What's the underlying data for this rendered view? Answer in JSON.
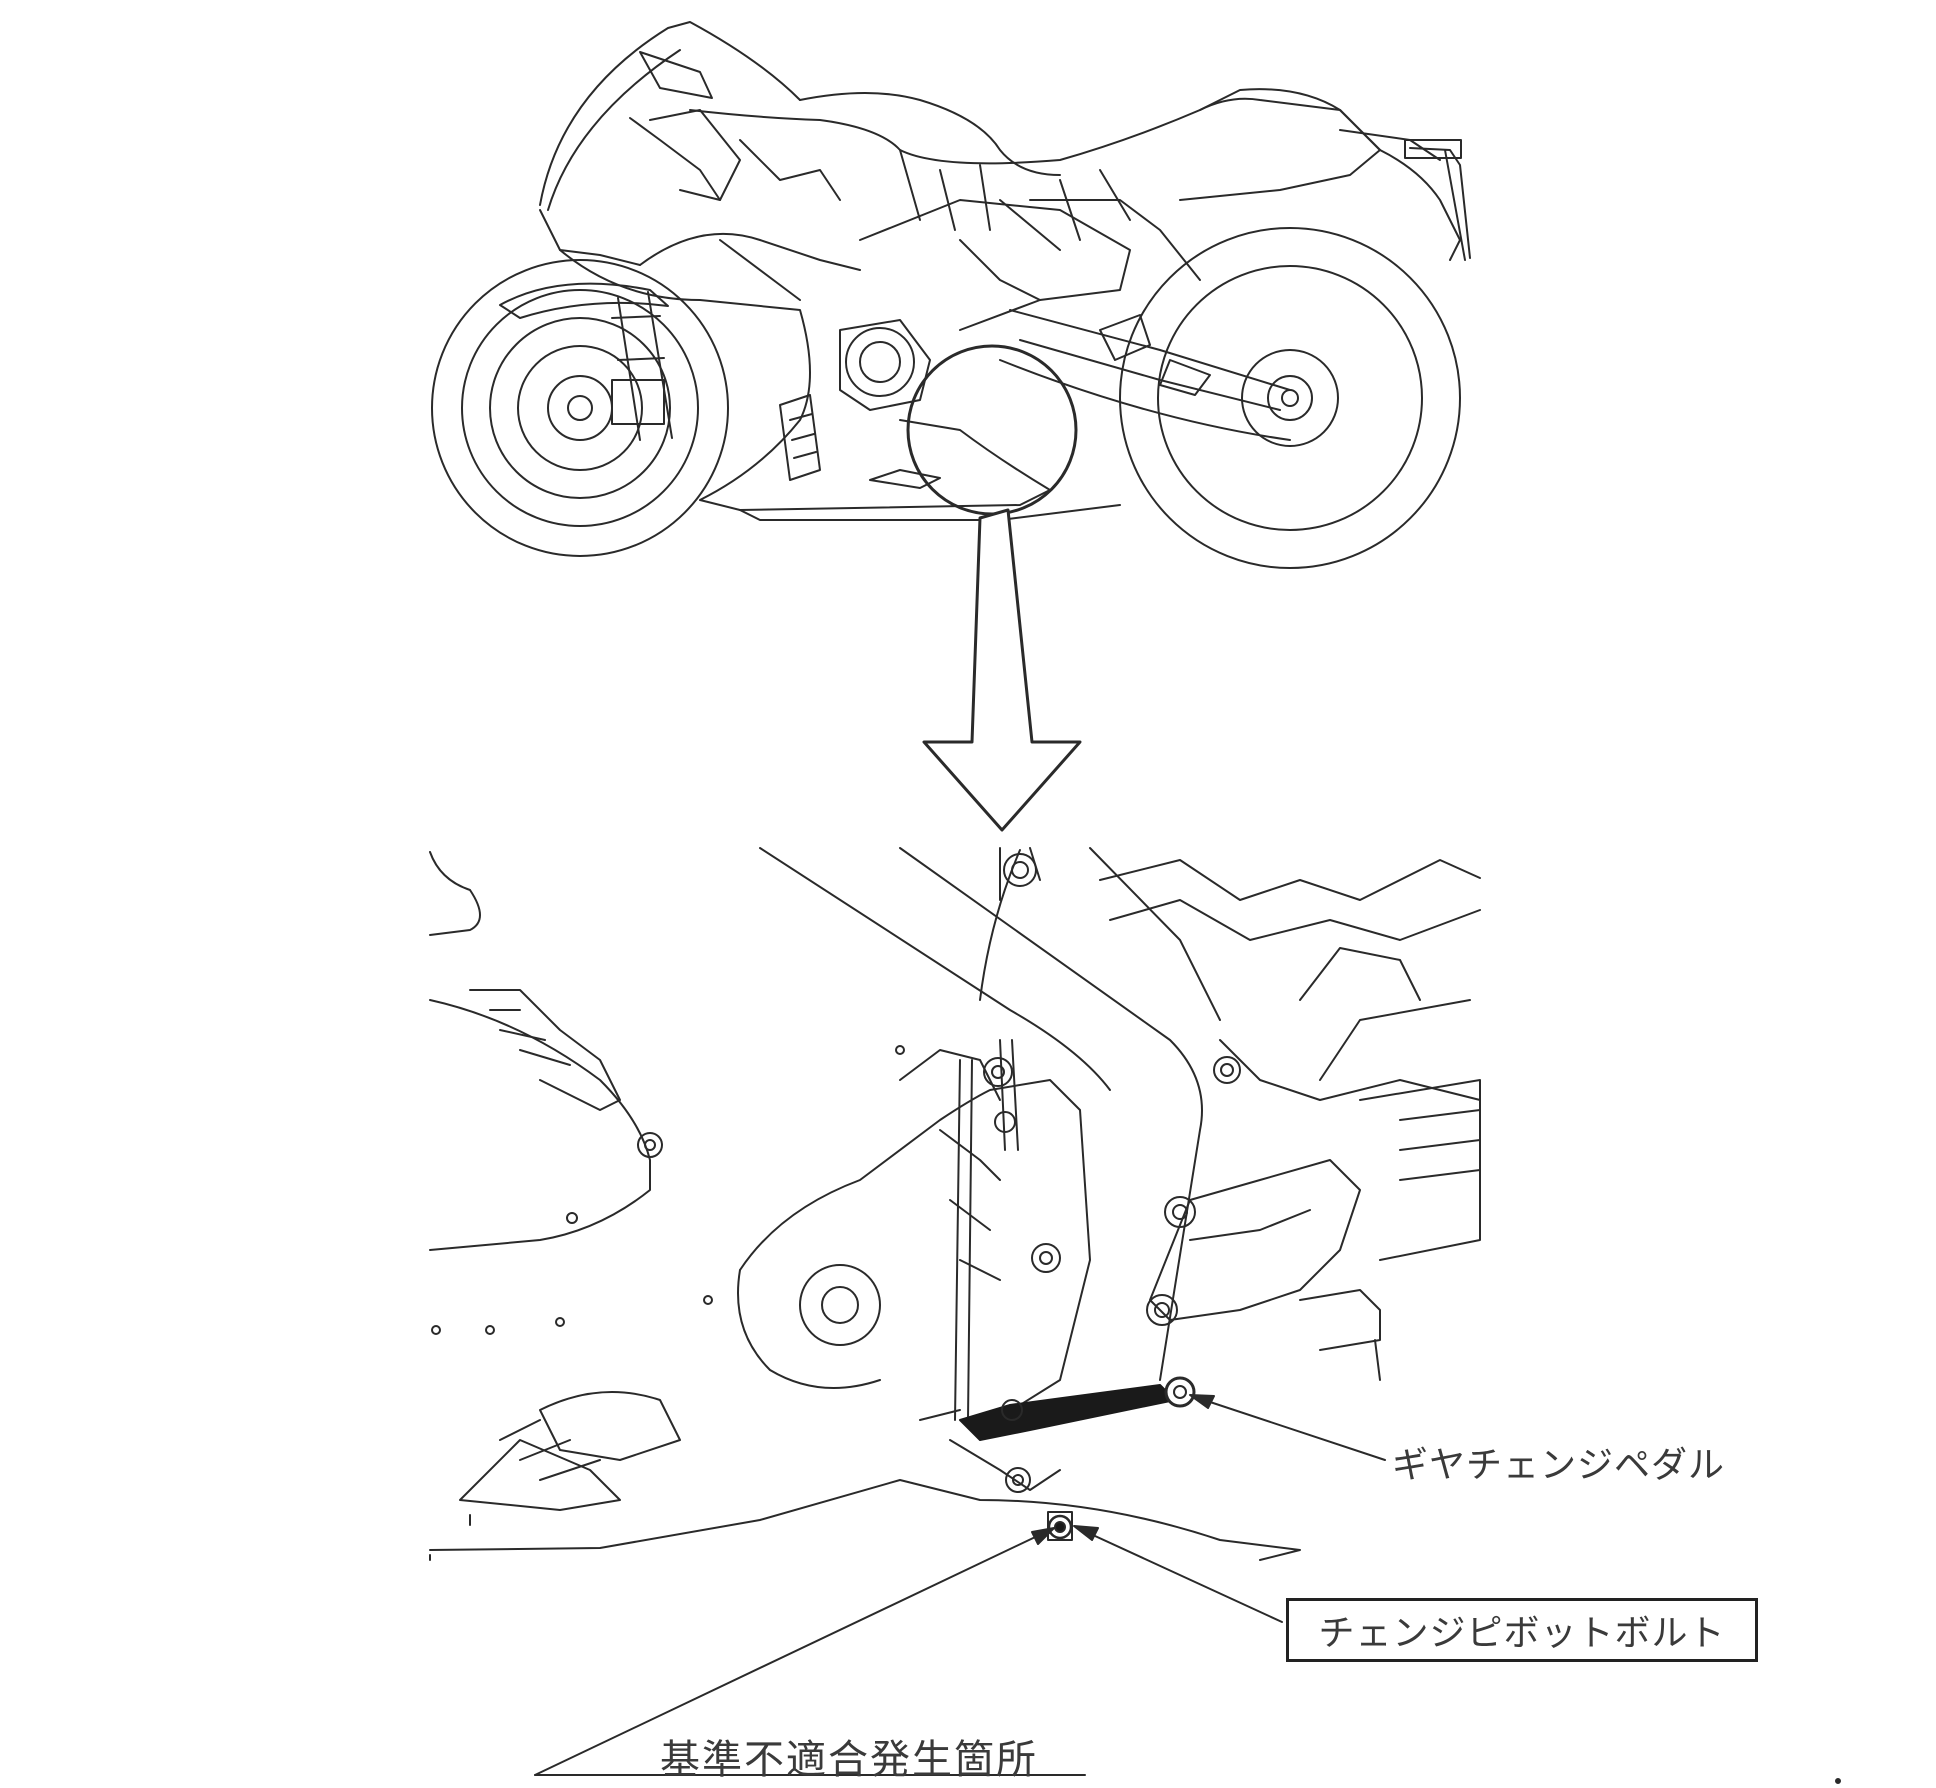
{
  "labels": {
    "gear_change_pedal": "ギヤチェンジペダル",
    "change_pivot_bolt": "チェンジピボットボルト",
    "nonconformity_location": "基準不適合発生箇所"
  },
  "colors": {
    "line": "#2a2a2a",
    "text": "#3a3a3a",
    "background": "#ffffff"
  }
}
